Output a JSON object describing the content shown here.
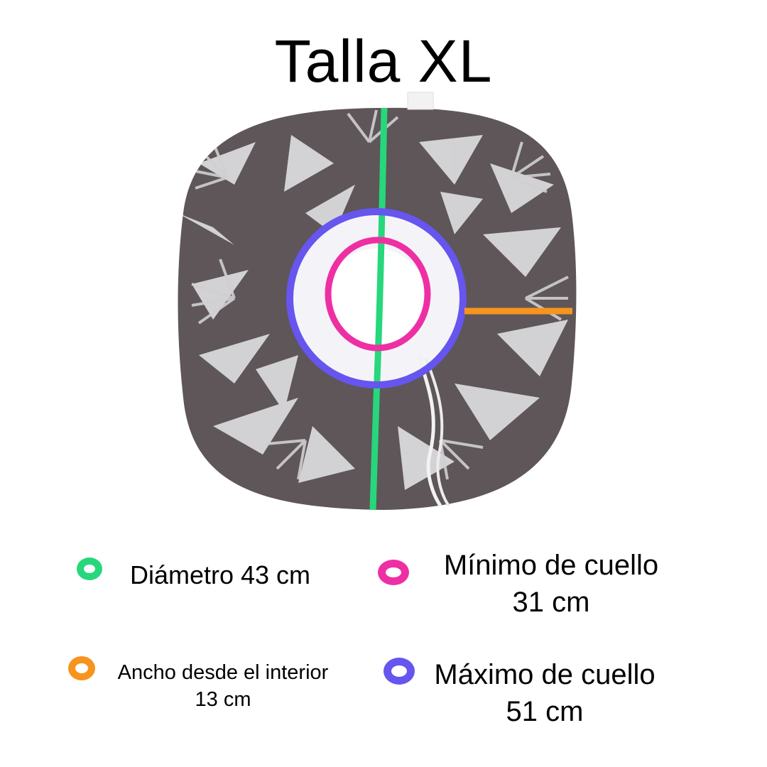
{
  "title": "Talla XL",
  "colors": {
    "diameter": "#27d77b",
    "min_neck": "#ee2fa4",
    "width": "#f7941d",
    "max_neck": "#6655ee",
    "fabric": "#5e5659",
    "leaf": "#d9d9db",
    "inner_ring": "#f4f4f8"
  },
  "legend": {
    "diameter": {
      "icon": "green-ring-icon",
      "label": "Diámetro 43 cm"
    },
    "min_neck": {
      "icon": "pink-ring-icon",
      "label_line1": "Mínimo de cuello",
      "label_line2": "31 cm"
    },
    "width": {
      "icon": "orange-ring-icon",
      "label_line1": "Ancho desde el interior",
      "label_line2": "13 cm"
    },
    "max_neck": {
      "icon": "purple-ring-icon",
      "label_line1": "Máximo de cuello",
      "label_line2": "51 cm"
    }
  }
}
